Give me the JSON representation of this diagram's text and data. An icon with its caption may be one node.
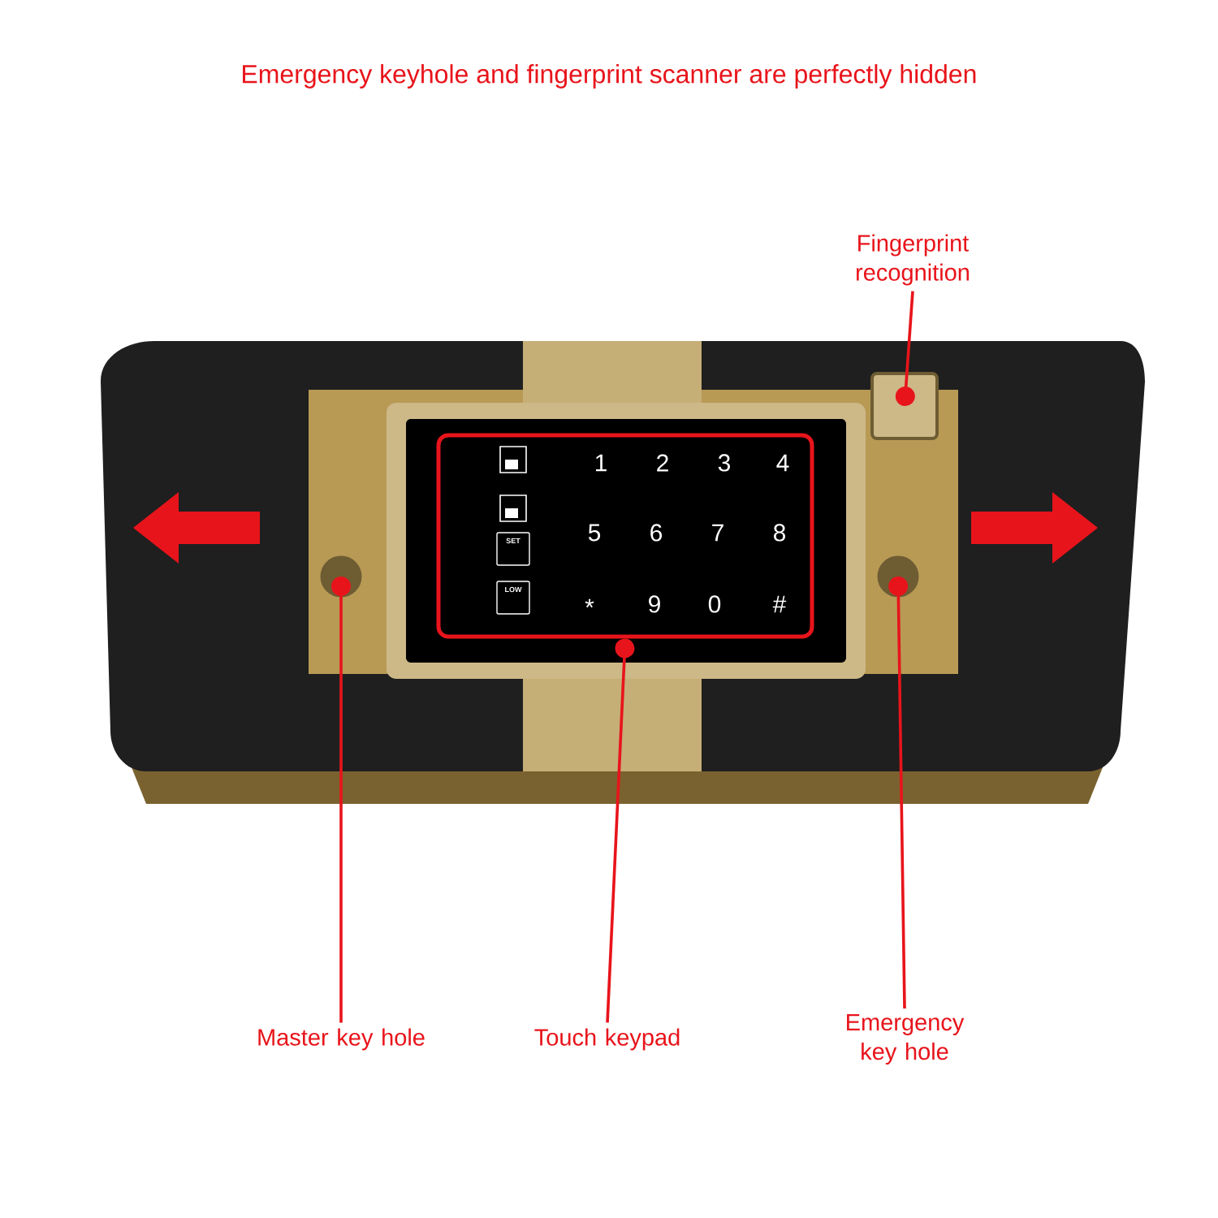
{
  "diagram": {
    "title": "Emergency keyhole and fingerprint scanner are perfectly hidden",
    "nodes": [
      {
        "text": [
          "Fingerprint recognition"
        ]
      },
      {
        "text": [],
        "shape": "box"
      },
      {
        "text": [],
        "shape": "box"
      },
      {
        "text": [],
        "shape": "circle"
      },
      {
        "text": [],
        "shape": "circle"
      },
      {
        "text": [
          "Master key hole"
        ]
      },
      {
        "text": [
          "Touch keypad"
        ]
      },
      {
        "text": [
          "Emergency key hole"
        ]
      }
    ],
    "edges": [
      {
        "from": 0,
        "to": 1,
        "arrow": "other"
      },
      {
        "from": 5,
        "to": 3,
        "arrow": "other"
      },
      {
        "from": 6,
        "to": 2,
        "arrow": "other"
      },
      {
        "from": 7,
        "to": 4,
        "arrow": "other"
      }
    ],
    "labels": [
      "1",
      "2",
      "3",
      "4",
      "SET",
      "5",
      "6",
      "7",
      "8",
      "LOW",
      "*",
      "9",
      "0",
      "#"
    ]
  }
}
